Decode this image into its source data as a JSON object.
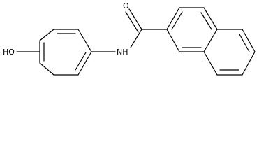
{
  "molecule": {
    "atoms": {
      "oxygen_carbonyl": "O",
      "amide_nh": "NH",
      "hydroxyl": "HO"
    }
  },
  "colors": {
    "bond": "#000000",
    "label": "#000000",
    "background": "#ffffff"
  }
}
